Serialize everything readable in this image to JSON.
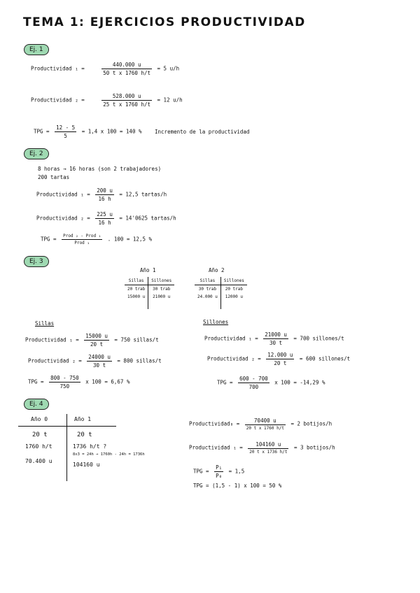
{
  "title": "TEMA 1: EJERCICIOS PRODUCTIVIDAD",
  "ej1": {
    "badge": "Ej. 1",
    "p1_label": "Productividad ₁ =",
    "p1_num": "440.000 u",
    "p1_den": "50 t x 1760 h/t",
    "p1_res": "= 5 u/h",
    "p2_label": "Productividad ₂ =",
    "p2_num": "528.000 u",
    "p2_den": "25 t x 1760 h/t",
    "p2_res": "= 12 u/h",
    "tpg_label": "TPG =",
    "tpg_num": "12 - 5",
    "tpg_den": "5",
    "tpg_res": "= 1,4 x 100 = 140 %",
    "tpg_note": "Incremento de la productividad"
  },
  "ej2": {
    "badge": "Ej. 2",
    "line1": "8 horas → 16 horas (son 2 trabajadores)",
    "line2": "200 tartas",
    "p1_label": "Productividad ₁ =",
    "p1_num": "200 u",
    "p1_den": "16 h",
    "p1_res": "= 12,5 tartas/h",
    "p2_label": "Productividad ₂ =",
    "p2_num": "225 u",
    "p2_den": "16 h",
    "p2_res": "= 14'0625 tartas/h",
    "tpg_label": "TPG =",
    "tpg_num": "Prod ₂ - Prod ₁",
    "tpg_den": "Prod ₁",
    "tpg_res": ". 100 = 12,5 %"
  },
  "ej3": {
    "badge": "Ej. 3",
    "year1": "Año 1",
    "year2": "Año 2",
    "col_sillas": "Sillas",
    "col_sillones": "Sillones",
    "y1_row1": [
      "20 trab",
      "30 trab"
    ],
    "y1_row2": [
      "15000 u",
      "21000 u"
    ],
    "y2_row1": [
      "30 trab",
      "20 trab"
    ],
    "y2_row2": [
      "24.000 u",
      "12000 u"
    ],
    "sillas_head": "Sillas",
    "sillones_head": "Sillones",
    "s_p1_label": "Productividad ₁ =",
    "s_p1_num": "15000 u",
    "s_p1_den": "20 t",
    "s_p1_res": "= 750 sillas/t",
    "s_p2_label": "Productividad ₂ =",
    "s_p2_num": "24000 u",
    "s_p2_den": "30 t",
    "s_p2_res": "= 800 sillas/t",
    "s_tpg_label": "TPG =",
    "s_tpg_num": "800 - 750",
    "s_tpg_den": "750",
    "s_tpg_res": "x 100 = 6,67 %",
    "l_p1_label": "Productividad ₁ =",
    "l_p1_num": "21000 u",
    "l_p1_den": "30 t",
    "l_p1_res": "= 700 sillones/t",
    "l_p2_label": "Productividad ₂ =",
    "l_p2_num": "12.000 u",
    "l_p2_den": "20 t",
    "l_p2_res": "= 600 sillones/t",
    "l_tpg_label": "TPG =",
    "l_tpg_num": "600 - 700",
    "l_tpg_den": "700",
    "l_tpg_res": "x 100 = -14,29 %"
  },
  "ej4": {
    "badge": "Ej. 4",
    "col0": "Año 0",
    "col1": "Año 1",
    "c0_r1": "20 t",
    "c0_r2": "1760 h/t",
    "c0_r3": "70.400 u",
    "c1_r1": "20 t",
    "c1_r2": "1736 h/t ?",
    "c1_r3": "8x3 = 24h → 1760h - 24h = 1736h",
    "c1_r4": "104160 u",
    "p0_label": "Productividad₀ =",
    "p0_num": "70400 u",
    "p0_den": "20 t x 1760 h/t",
    "p0_res": "= 2 botijos/h",
    "p1_label": "Productividad ₁ =",
    "p1_num": "104160 u",
    "p1_den": "20 t x 1736 h/t",
    "p1_res": "= 3 botijos/h",
    "tpg1_label": "TPG =",
    "tpg1_num": "P₁",
    "tpg1_den": "P₀",
    "tpg1_res": "= 1,5",
    "tpg2": "TPG = (1,5 - 1) x 100 = 50 %"
  }
}
